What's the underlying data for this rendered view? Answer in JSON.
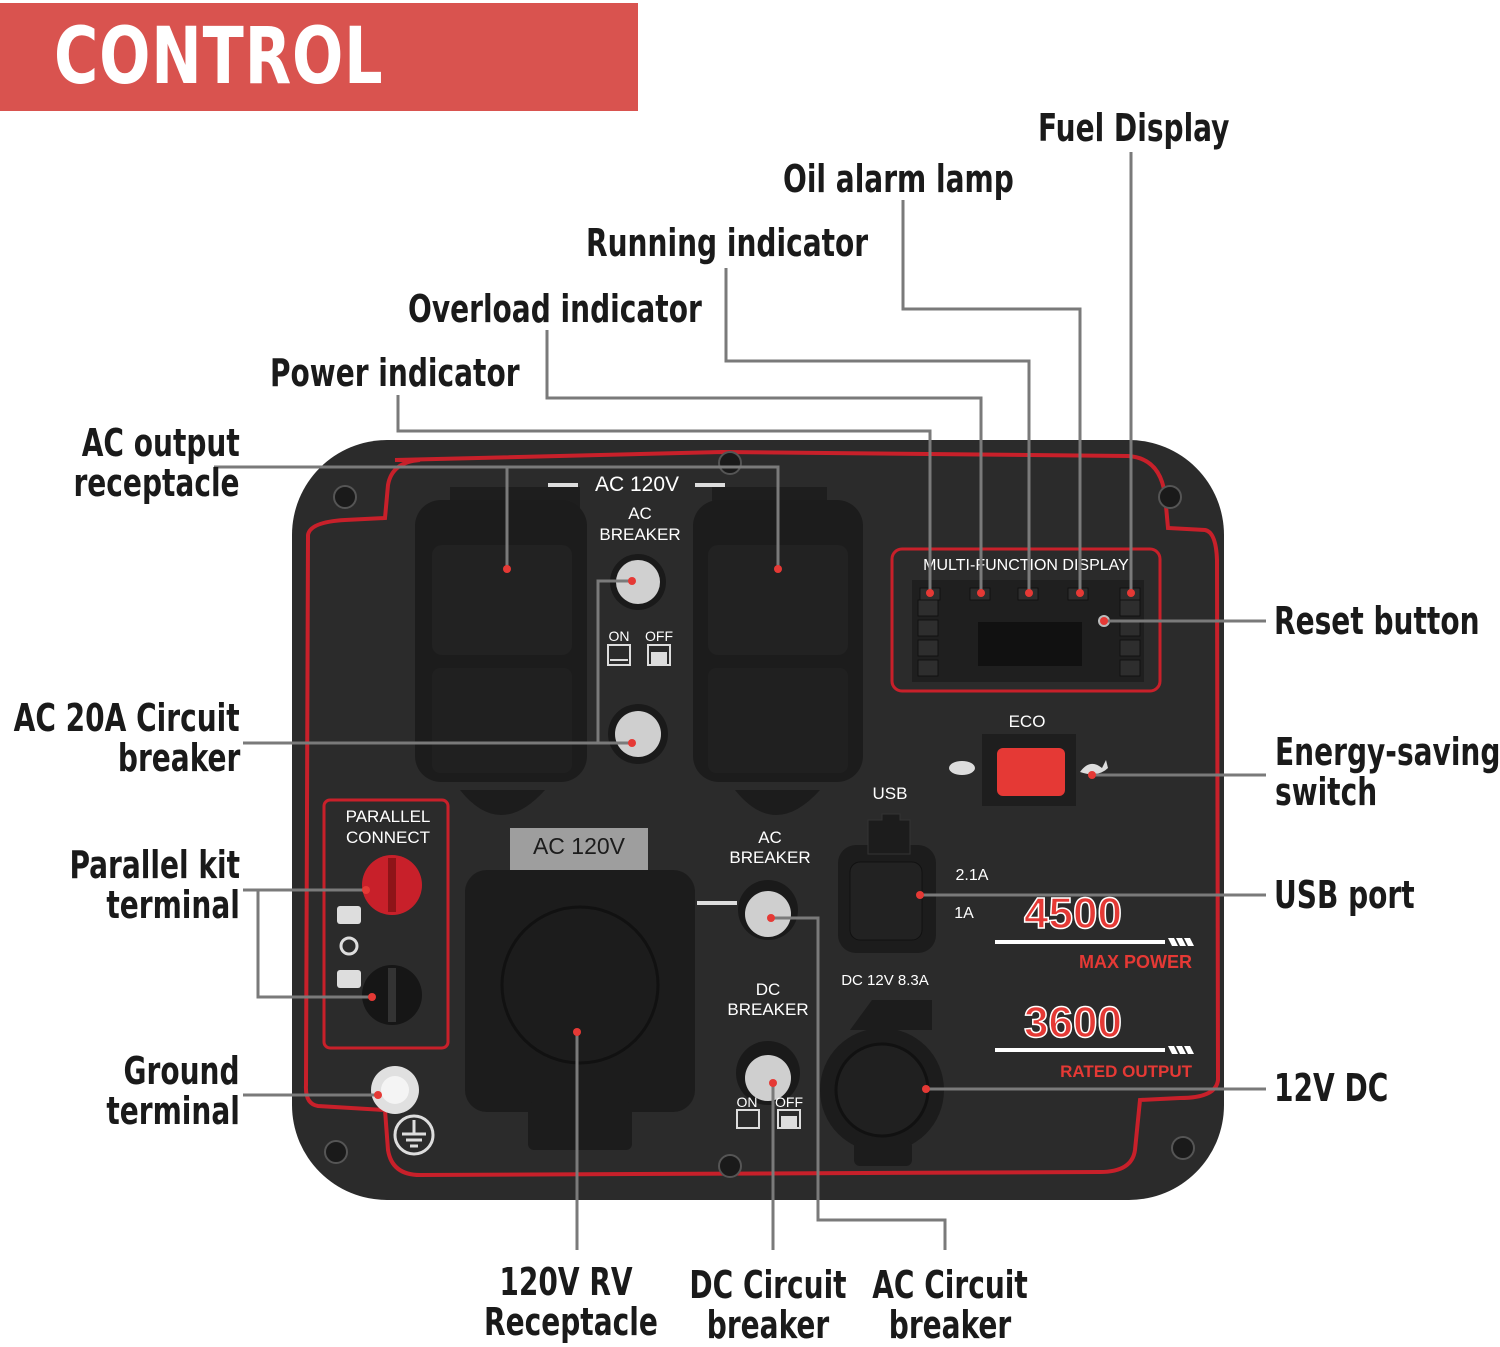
{
  "title": "CONTROL PANEL",
  "colors": {
    "banner": "#d9534f",
    "panel": "#2b2b2b",
    "accent": "#c8202a",
    "eco_button": "#e53935"
  },
  "callouts": {
    "fuel_display": "Fuel Display",
    "oil_alarm_lamp": "Oil alarm lamp",
    "running_indicator": "Running indicator",
    "overload_indicator": "Overload indicator",
    "power_indicator": "Power indicator",
    "ac_output_receptacle": [
      "AC output",
      "receptacle"
    ],
    "reset_button": "Reset button",
    "ac_20a_breaker": [
      "AC 20A Circuit",
      "breaker"
    ],
    "energy_saving_switch": [
      "Energy-saving",
      "switch"
    ],
    "parallel_kit_terminal": [
      "Parallel kit",
      "terminal"
    ],
    "usb_port": "USB port",
    "ground_terminal": [
      "Ground",
      "terminal"
    ],
    "dc_12v": "12V DC",
    "rv_receptacle": [
      "120V RV",
      "Receptacle"
    ],
    "dc_circuit_breaker": [
      "DC Circuit",
      "breaker"
    ],
    "ac_circuit_breaker": [
      "AC Circuit",
      "breaker"
    ]
  },
  "panel_text": {
    "ac_120v_top": "AC 120V",
    "ac_breaker_top": [
      "AC",
      "BREAKER"
    ],
    "on": "ON",
    "off": "OFF",
    "multi_function_display": "MULTI-FUNCTION DISPLAY",
    "eco": "ECO",
    "usb": "USB",
    "usb_2_1a": "2.1A",
    "usb_1a": "1A",
    "parallel_connect": [
      "PARALLEL",
      "CONNECT"
    ],
    "ac_120v_rv": "AC 120V",
    "ac_breaker_mid": [
      "AC",
      "BREAKER"
    ],
    "dc_breaker": [
      "DC",
      "BREAKER"
    ],
    "dc_12v_rating": "DC 12V 8.3A",
    "max_power_value": "4500",
    "max_power_label": "MAX POWER",
    "rated_output_value": "3600",
    "rated_output_label": "RATED OUTPUT"
  }
}
